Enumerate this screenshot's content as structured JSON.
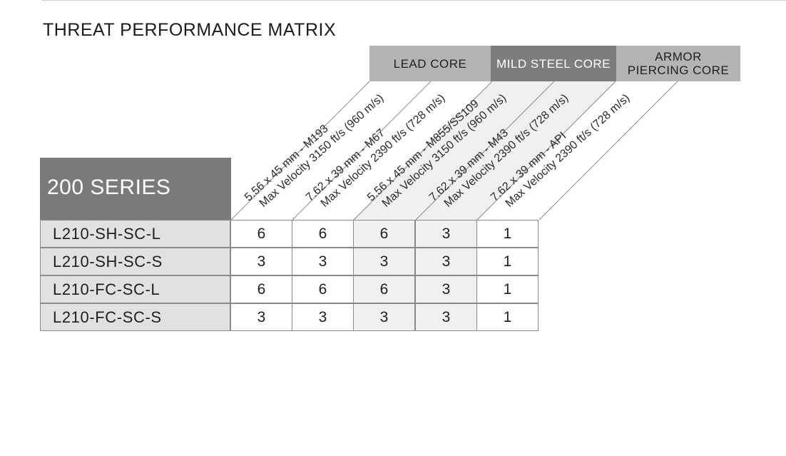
{
  "title": "THREAT PERFORMANCE MATRIX",
  "categories": [
    {
      "label": "LEAD CORE"
    },
    {
      "label": "MILD STEEL CORE"
    },
    {
      "label_line1": "ARMOR",
      "label_line2": "PIERCING CORE"
    }
  ],
  "series": "200 SERIES",
  "columns": [
    {
      "line1": "5.56 x 45 mm - M193",
      "line2": "Max Velocity 3150 ft/s (960 m/s)"
    },
    {
      "line1": "7.62 x 39 mm - M67",
      "line2": "Max Velocity 2390 ft/s (728 m/s)"
    },
    {
      "line1": "5.56 x 45 mm - M855/SS109",
      "line2": "Max Velocity 3150 ft/s (960 m/s)"
    },
    {
      "line1": "7.62 x 39 mm - M43",
      "line2": "Max Velocity 2390 ft/s (728 m/s)"
    },
    {
      "line1": "7.62 x 39 mm - API",
      "line2": "Max Velocity 2390 ft/s (728 m/s)"
    }
  ],
  "rows": [
    {
      "label": "L210-SH-SC-L",
      "values": [
        "6",
        "6",
        "6",
        "3",
        "1"
      ]
    },
    {
      "label": "L210-SH-SC-S",
      "values": [
        "3",
        "3",
        "3",
        "3",
        "1"
      ]
    },
    {
      "label": "L210-FC-SC-L",
      "values": [
        "6",
        "6",
        "6",
        "3",
        "1"
      ]
    },
    {
      "label": "L210-FC-SC-S",
      "values": [
        "3",
        "3",
        "3",
        "3",
        "1"
      ]
    }
  ],
  "colors": {
    "lead_core": "#b4b4b4",
    "mild_steel_core": "#7d7d7d",
    "series_block": "#7a7a7a",
    "row_label_bg": "#e1e1e1",
    "mild_steel_column_bg": "#f0f0f0",
    "border": "#8a8a8a"
  }
}
